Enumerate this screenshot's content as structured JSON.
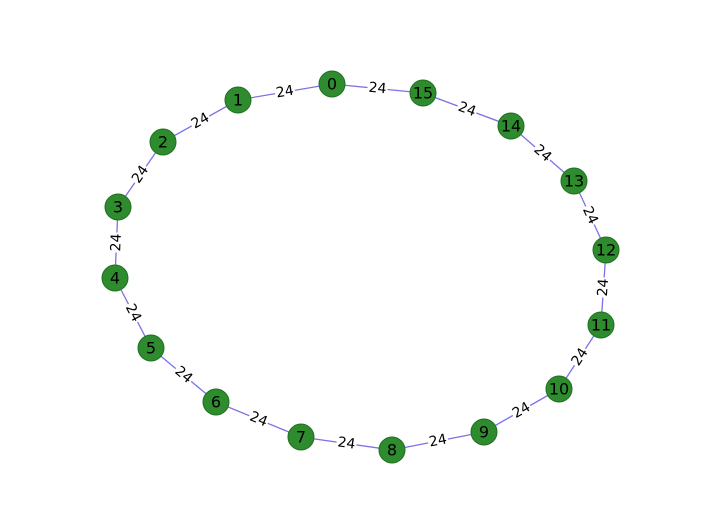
{
  "graph": {
    "node_color": "#2e8b2e",
    "node_stroke": "#1f6f1f",
    "edge_color": "#7b72e6",
    "edge_label_bg": "#ffffff",
    "nodes": [
      {
        "id": "0"
      },
      {
        "id": "1"
      },
      {
        "id": "2"
      },
      {
        "id": "3"
      },
      {
        "id": "4"
      },
      {
        "id": "5"
      },
      {
        "id": "6"
      },
      {
        "id": "7"
      },
      {
        "id": "8"
      },
      {
        "id": "9"
      },
      {
        "id": "10"
      },
      {
        "id": "11"
      },
      {
        "id": "12"
      },
      {
        "id": "13"
      },
      {
        "id": "14"
      },
      {
        "id": "15"
      }
    ],
    "edges": [
      {
        "source": "0",
        "target": "1",
        "weight": "24"
      },
      {
        "source": "1",
        "target": "2",
        "weight": "24"
      },
      {
        "source": "2",
        "target": "3",
        "weight": "24"
      },
      {
        "source": "3",
        "target": "4",
        "weight": "24"
      },
      {
        "source": "4",
        "target": "5",
        "weight": "24"
      },
      {
        "source": "5",
        "target": "6",
        "weight": "24"
      },
      {
        "source": "6",
        "target": "7",
        "weight": "24"
      },
      {
        "source": "7",
        "target": "8",
        "weight": "24"
      },
      {
        "source": "8",
        "target": "9",
        "weight": "24"
      },
      {
        "source": "9",
        "target": "10",
        "weight": "24"
      },
      {
        "source": "10",
        "target": "11",
        "weight": "24"
      },
      {
        "source": "11",
        "target": "12",
        "weight": "24"
      },
      {
        "source": "12",
        "target": "13",
        "weight": "24"
      },
      {
        "source": "13",
        "target": "14",
        "weight": "24"
      },
      {
        "source": "14",
        "target": "15",
        "weight": "24"
      },
      {
        "source": "15",
        "target": "0",
        "weight": "24"
      }
    ]
  }
}
